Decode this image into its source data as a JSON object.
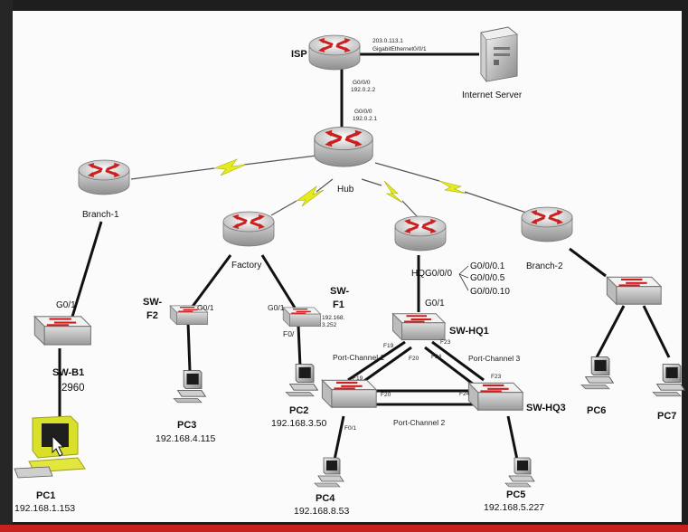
{
  "devices": {
    "isp": {
      "name": "ISP",
      "addr": "203.0.113.1",
      "port": "GigabitEthernet0/0/1",
      "g_port": "G0/0/0",
      "g_ip": "192.0.2.2"
    },
    "server": {
      "name": "Internet Server"
    },
    "hub": {
      "name": "Hub",
      "g_port": "G0/0/0",
      "g_ip": "192.0.2.1"
    },
    "branch1": {
      "name": "Branch-1",
      "port": "G0/1"
    },
    "factory": {
      "name": "Factory"
    },
    "hq": {
      "name": "HQ",
      "sub1": "G0/0/0",
      "sub2": "G0/0/0.1",
      "sub3": "G0/0/0.5",
      "sub4": "G0/0/0.10",
      "port": "G0/1"
    },
    "branch2": {
      "name": "Branch-2"
    },
    "sw_b1": {
      "name": "SW-B1",
      "model": "2960"
    },
    "sw_f2": {
      "name_l1": "SW-",
      "name_l2": "F2",
      "port": "G0/1"
    },
    "sw_f1": {
      "name_l1": "SW-",
      "name_l2": "F1",
      "port": "G0/1",
      "port2": "F0/",
      "ip_l1": "192.168.",
      "ip_l2": "3.252"
    },
    "sw_hq1": {
      "name": "SW-HQ1",
      "f19": "F19",
      "f20": "F20",
      "f23": "F23",
      "f24": "F24"
    },
    "sw_hq2": {
      "f19": "F19",
      "f20": "F20",
      "f01": "F0/1"
    },
    "sw_hq3": {
      "name": "SW-HQ3",
      "f23": "F23",
      "f24": "F24"
    },
    "pc1": {
      "name": "PC1",
      "ip": "192.168.1.153"
    },
    "pc2": {
      "name": "PC2",
      "ip": "192.168.3.50"
    },
    "pc3": {
      "name": "PC3",
      "ip": "192.168.4.115"
    },
    "pc4": {
      "name": "PC4",
      "ip": "192.168.8.53"
    },
    "pc5": {
      "name": "PC5",
      "ip": "192.168.5.227"
    },
    "pc6": {
      "name": "PC6"
    },
    "pc7": {
      "name": "PC7"
    }
  },
  "links": {
    "pc1": "Port-Channel 1",
    "pc2": "Port-Channel 2",
    "pc3": "Port-Channel 3"
  }
}
